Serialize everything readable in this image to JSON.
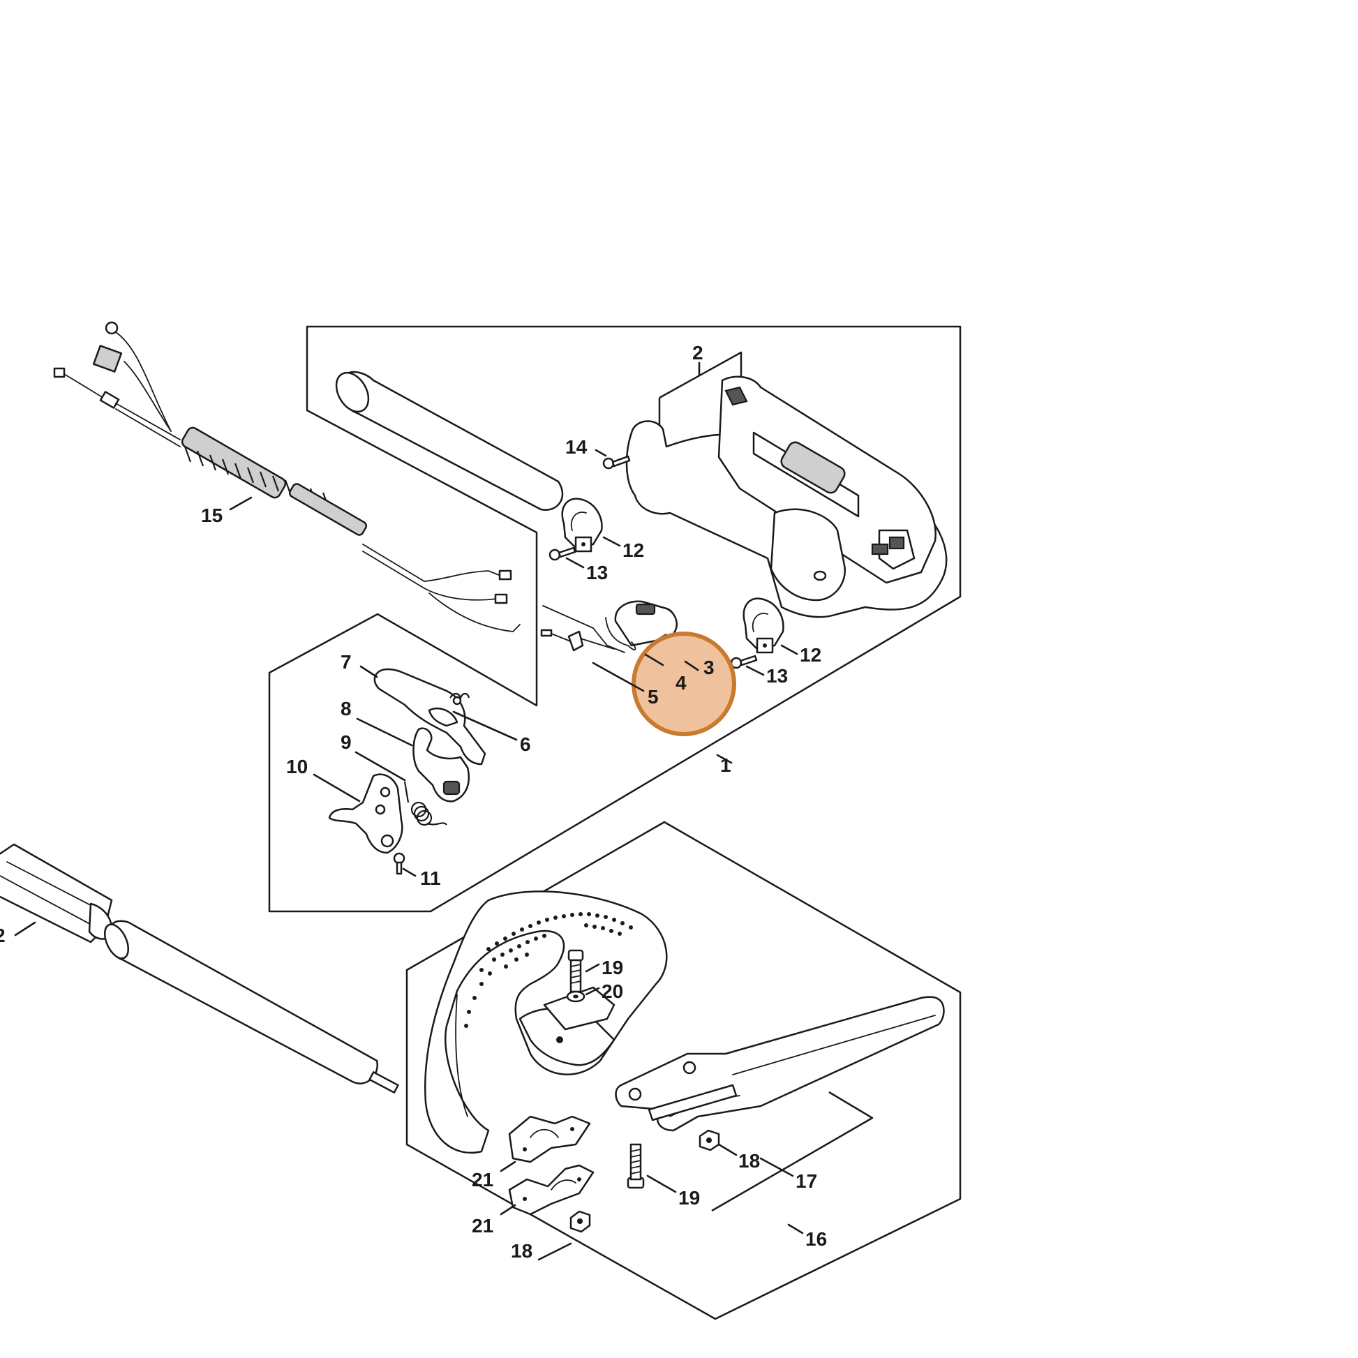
{
  "callouts": [
    {
      "id": "c1",
      "label": "1"
    },
    {
      "id": "c2",
      "label": "2"
    },
    {
      "id": "c3",
      "label": "3"
    },
    {
      "id": "c4",
      "label": "4"
    },
    {
      "id": "c5",
      "label": "5"
    },
    {
      "id": "c6",
      "label": "6"
    },
    {
      "id": "c7",
      "label": "7"
    },
    {
      "id": "c8",
      "label": "8"
    },
    {
      "id": "c9",
      "label": "9"
    },
    {
      "id": "c10",
      "label": "10"
    },
    {
      "id": "c11",
      "label": "11"
    },
    {
      "id": "c12a",
      "label": "12"
    },
    {
      "id": "c12b",
      "label": "12"
    },
    {
      "id": "c12c",
      "label": "2"
    },
    {
      "id": "c13a",
      "label": "13"
    },
    {
      "id": "c13b",
      "label": "13"
    },
    {
      "id": "c14",
      "label": "14"
    },
    {
      "id": "c15",
      "label": "15"
    },
    {
      "id": "c16",
      "label": "16"
    },
    {
      "id": "c17",
      "label": "17"
    },
    {
      "id": "c18a",
      "label": "18"
    },
    {
      "id": "c18b",
      "label": "18"
    },
    {
      "id": "c19a",
      "label": "19"
    },
    {
      "id": "c19b",
      "label": "19"
    },
    {
      "id": "c20",
      "label": "20"
    },
    {
      "id": "c21a",
      "label": "21"
    },
    {
      "id": "c21b",
      "label": "21"
    }
  ],
  "highlight": {
    "color": "#e8a673",
    "ring_color": "#c87a2e",
    "target": "parts 3, 4, 5"
  }
}
